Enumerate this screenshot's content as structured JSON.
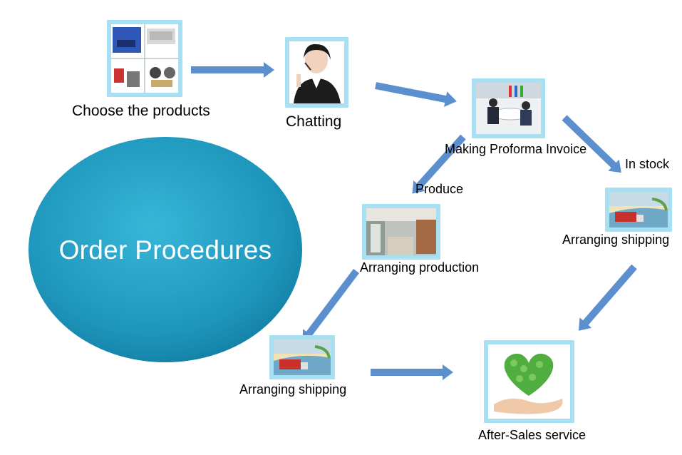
{
  "title": "Order Procedures",
  "steps": {
    "choose": "Choose the products",
    "chatting": "Chatting",
    "invoice": "Making Proforma Invoice",
    "production": "Arranging production",
    "shipping_instock": "Arranging shipping",
    "shipping_produced": "Arranging shipping",
    "aftersales": "After-Sales service"
  },
  "branches": {
    "produce": "Produce",
    "in_stock": "In stock"
  },
  "colors": {
    "oval": "#1f97bd",
    "arrow": "#5b8fce",
    "frame": "#a8dff3"
  }
}
